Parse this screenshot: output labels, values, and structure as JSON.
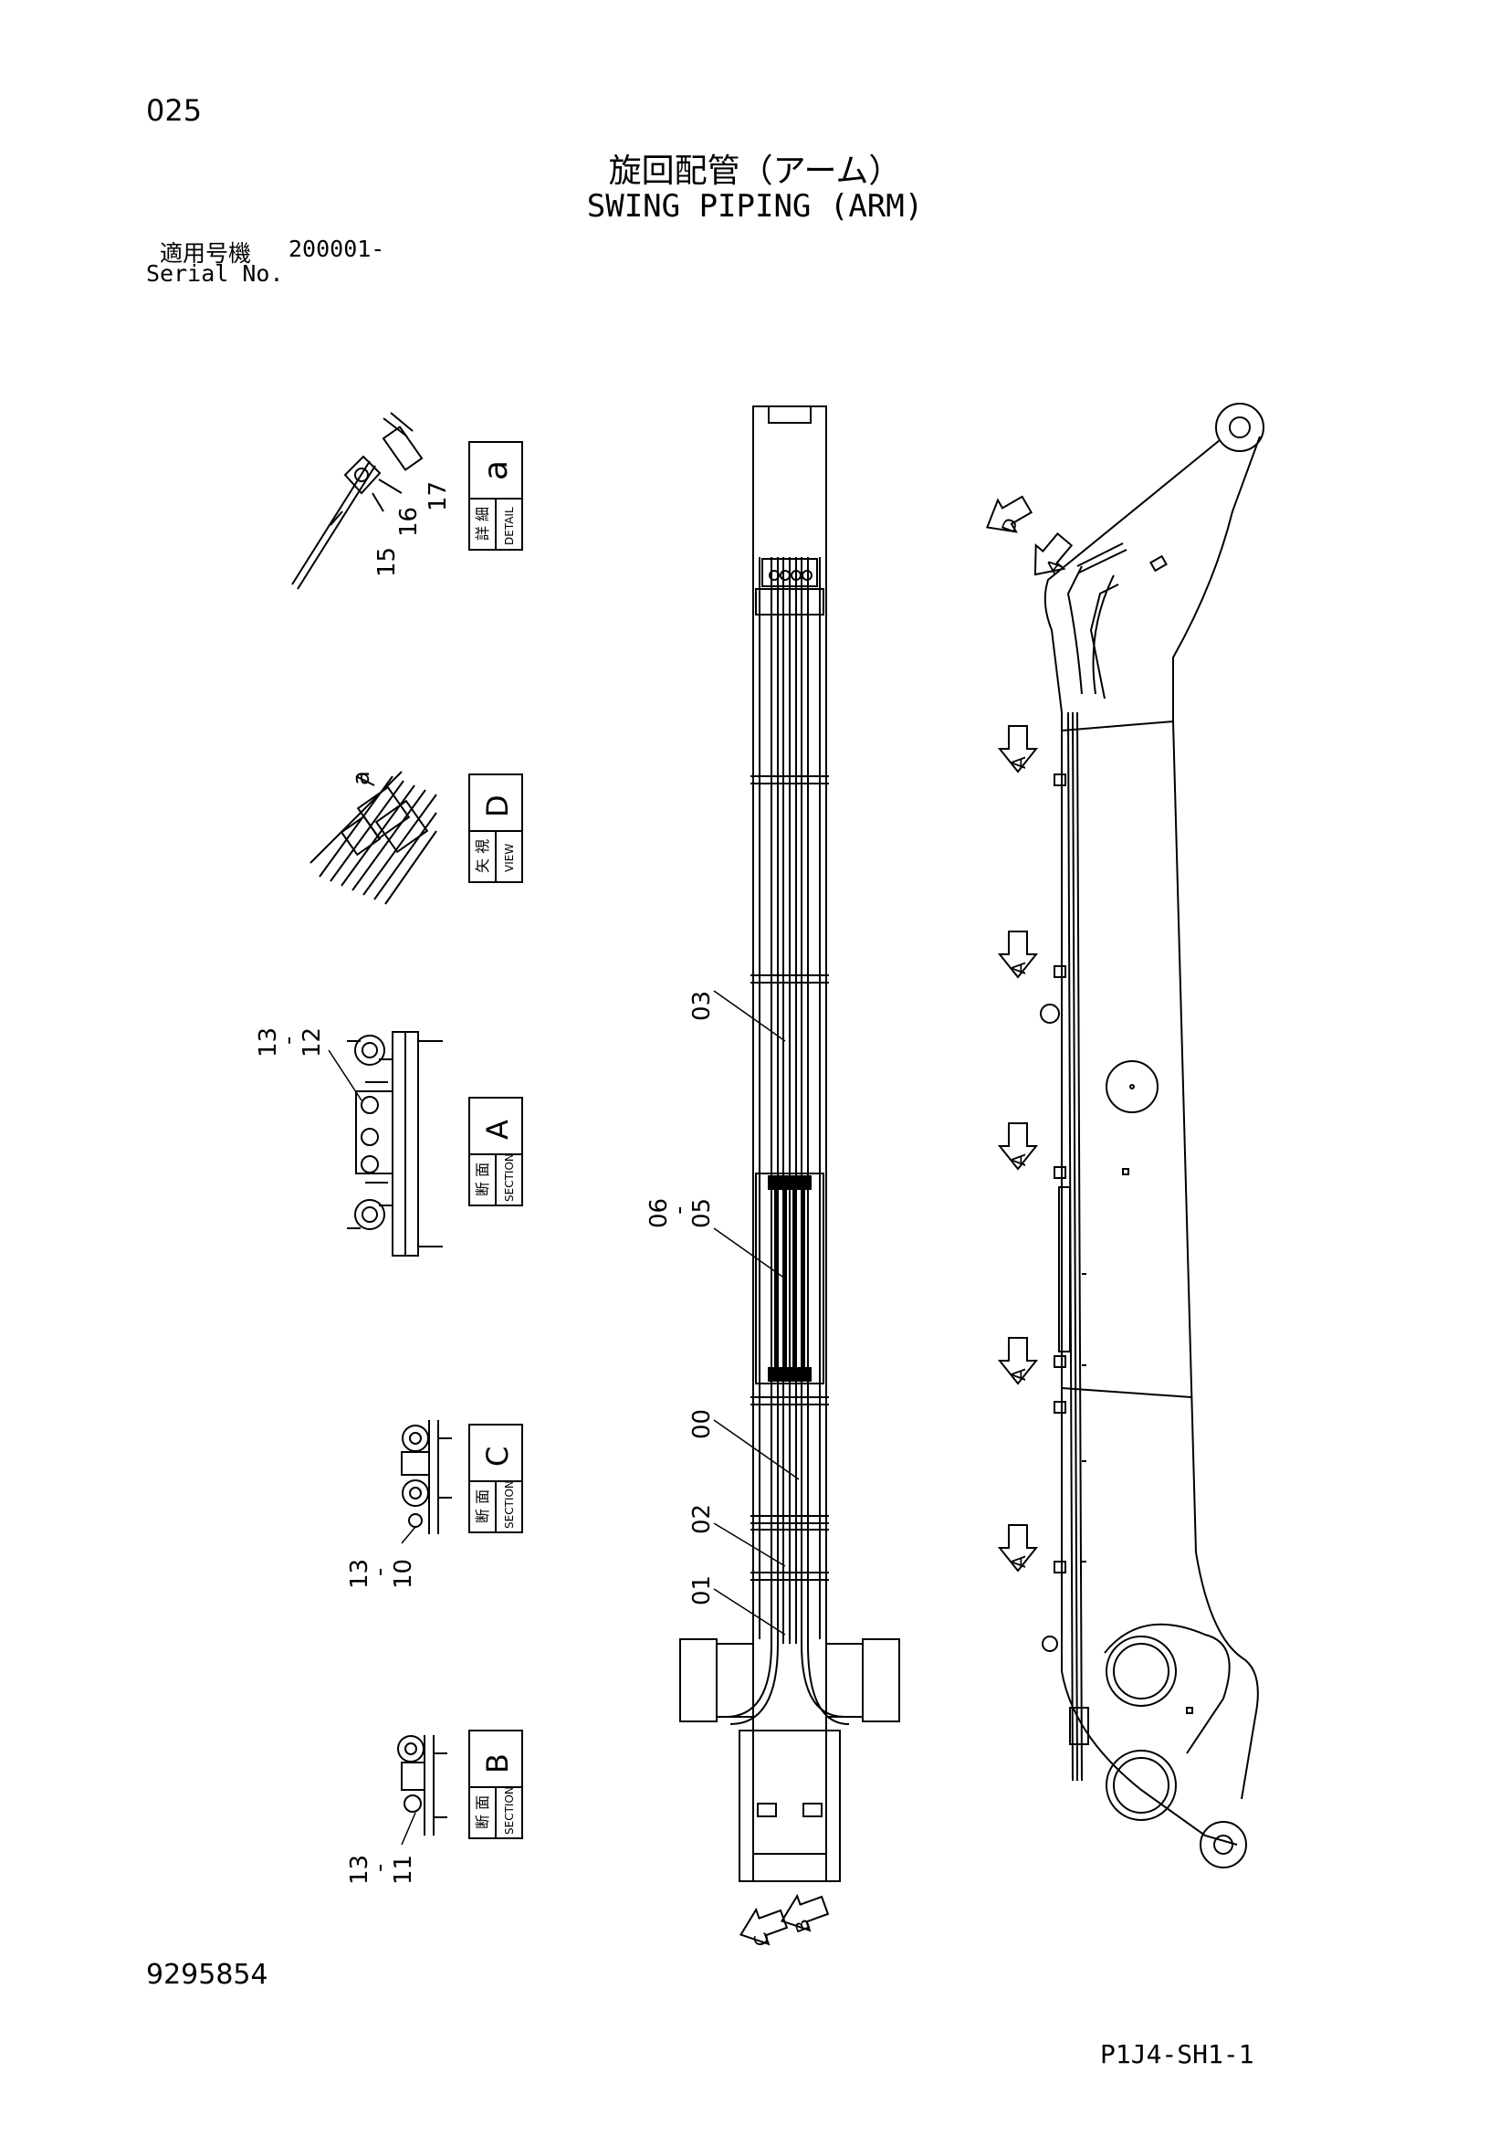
{
  "page_number": "025",
  "title_jp": "旋回配管（アーム）",
  "title_en": "SWING PIPING (ARM)",
  "serial_label_jp": "適用号機",
  "serial_number": "200001-",
  "serial_label_en": "Serial No.",
  "doc_number": "9295854",
  "sheet_id": "P1J4-SH1-1",
  "views": {
    "detail_a": {
      "jp": "詳 細",
      "en": "DETAIL",
      "letter": "a",
      "parts": [
        "15",
        "16",
        "17"
      ]
    },
    "view_d": {
      "jp": "矢 視",
      "en": "VIEW",
      "letter": "D",
      "tag": "a"
    },
    "section_a": {
      "jp": "断 面",
      "en": "SECTION",
      "letter": "A",
      "parts": [
        "13",
        "-",
        "12"
      ]
    },
    "section_c": {
      "jp": "断 面",
      "en": "SECTION",
      "letter": "C",
      "parts": [
        "13",
        "-",
        "10"
      ]
    },
    "section_b": {
      "jp": "断 面",
      "en": "SECTION",
      "letter": "B",
      "parts": [
        "13",
        "-",
        "11"
      ]
    }
  },
  "callouts": {
    "c03": "03",
    "c06": "06",
    "c_dash": "-",
    "c05": "05",
    "c00": "00",
    "c02": "02",
    "c01": "01"
  },
  "arrows": {
    "a": "A",
    "b": "B",
    "c": "C",
    "d": "D"
  }
}
